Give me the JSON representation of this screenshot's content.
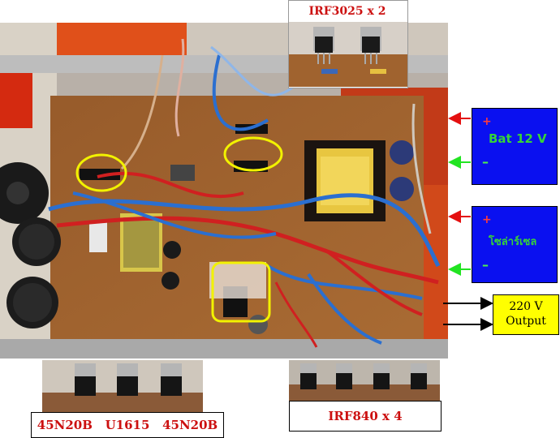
{
  "labels": {
    "top_transistor": "IRF3025 x 2",
    "bottom_left_parts": [
      "45N20B",
      "U1615",
      "45N20B"
    ],
    "bottom_right_transistor": "IRF840 x 4"
  },
  "side_boxes": {
    "battery": {
      "plus": "+",
      "label": "Bat 12 V",
      "minus": "–"
    },
    "solar": {
      "plus": "+",
      "label": "โซล่าร์เซล",
      "minus": "–"
    },
    "output": {
      "line1": "220 V",
      "line2": "Output"
    }
  },
  "colors": {
    "pcb": "#a0632f",
    "label_red": "#cc1010",
    "box_blue": "#0a10f0",
    "box_text_green": "#36d23a",
    "output_yellow": "#ffff00",
    "arrow_red": "#e41010",
    "arrow_green": "#22e422"
  }
}
